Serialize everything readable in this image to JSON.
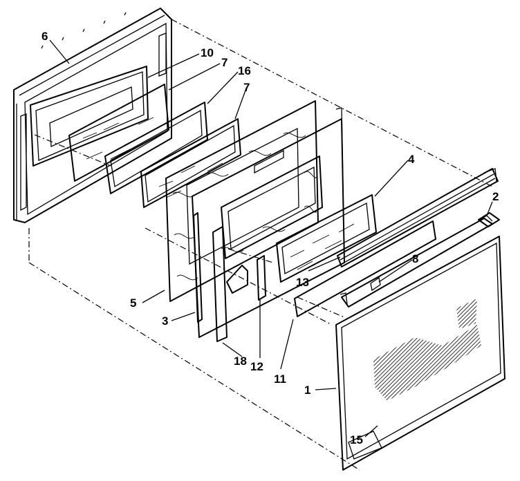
{
  "diagram": {
    "callouts": [
      {
        "id": "part-6",
        "label": "6"
      },
      {
        "id": "part-10",
        "label": "10"
      },
      {
        "id": "part-7a",
        "label": "7"
      },
      {
        "id": "part-16",
        "label": "16"
      },
      {
        "id": "part-7b",
        "label": "7"
      },
      {
        "id": "part-4",
        "label": "4"
      },
      {
        "id": "part-2",
        "label": "2"
      },
      {
        "id": "part-8",
        "label": "8"
      },
      {
        "id": "part-13",
        "label": "13"
      },
      {
        "id": "part-5",
        "label": "5"
      },
      {
        "id": "part-3",
        "label": "3"
      },
      {
        "id": "part-18",
        "label": "18"
      },
      {
        "id": "part-12",
        "label": "12"
      },
      {
        "id": "part-11",
        "label": "11"
      },
      {
        "id": "part-1",
        "label": "1"
      },
      {
        "id": "part-15",
        "label": "15"
      }
    ]
  }
}
